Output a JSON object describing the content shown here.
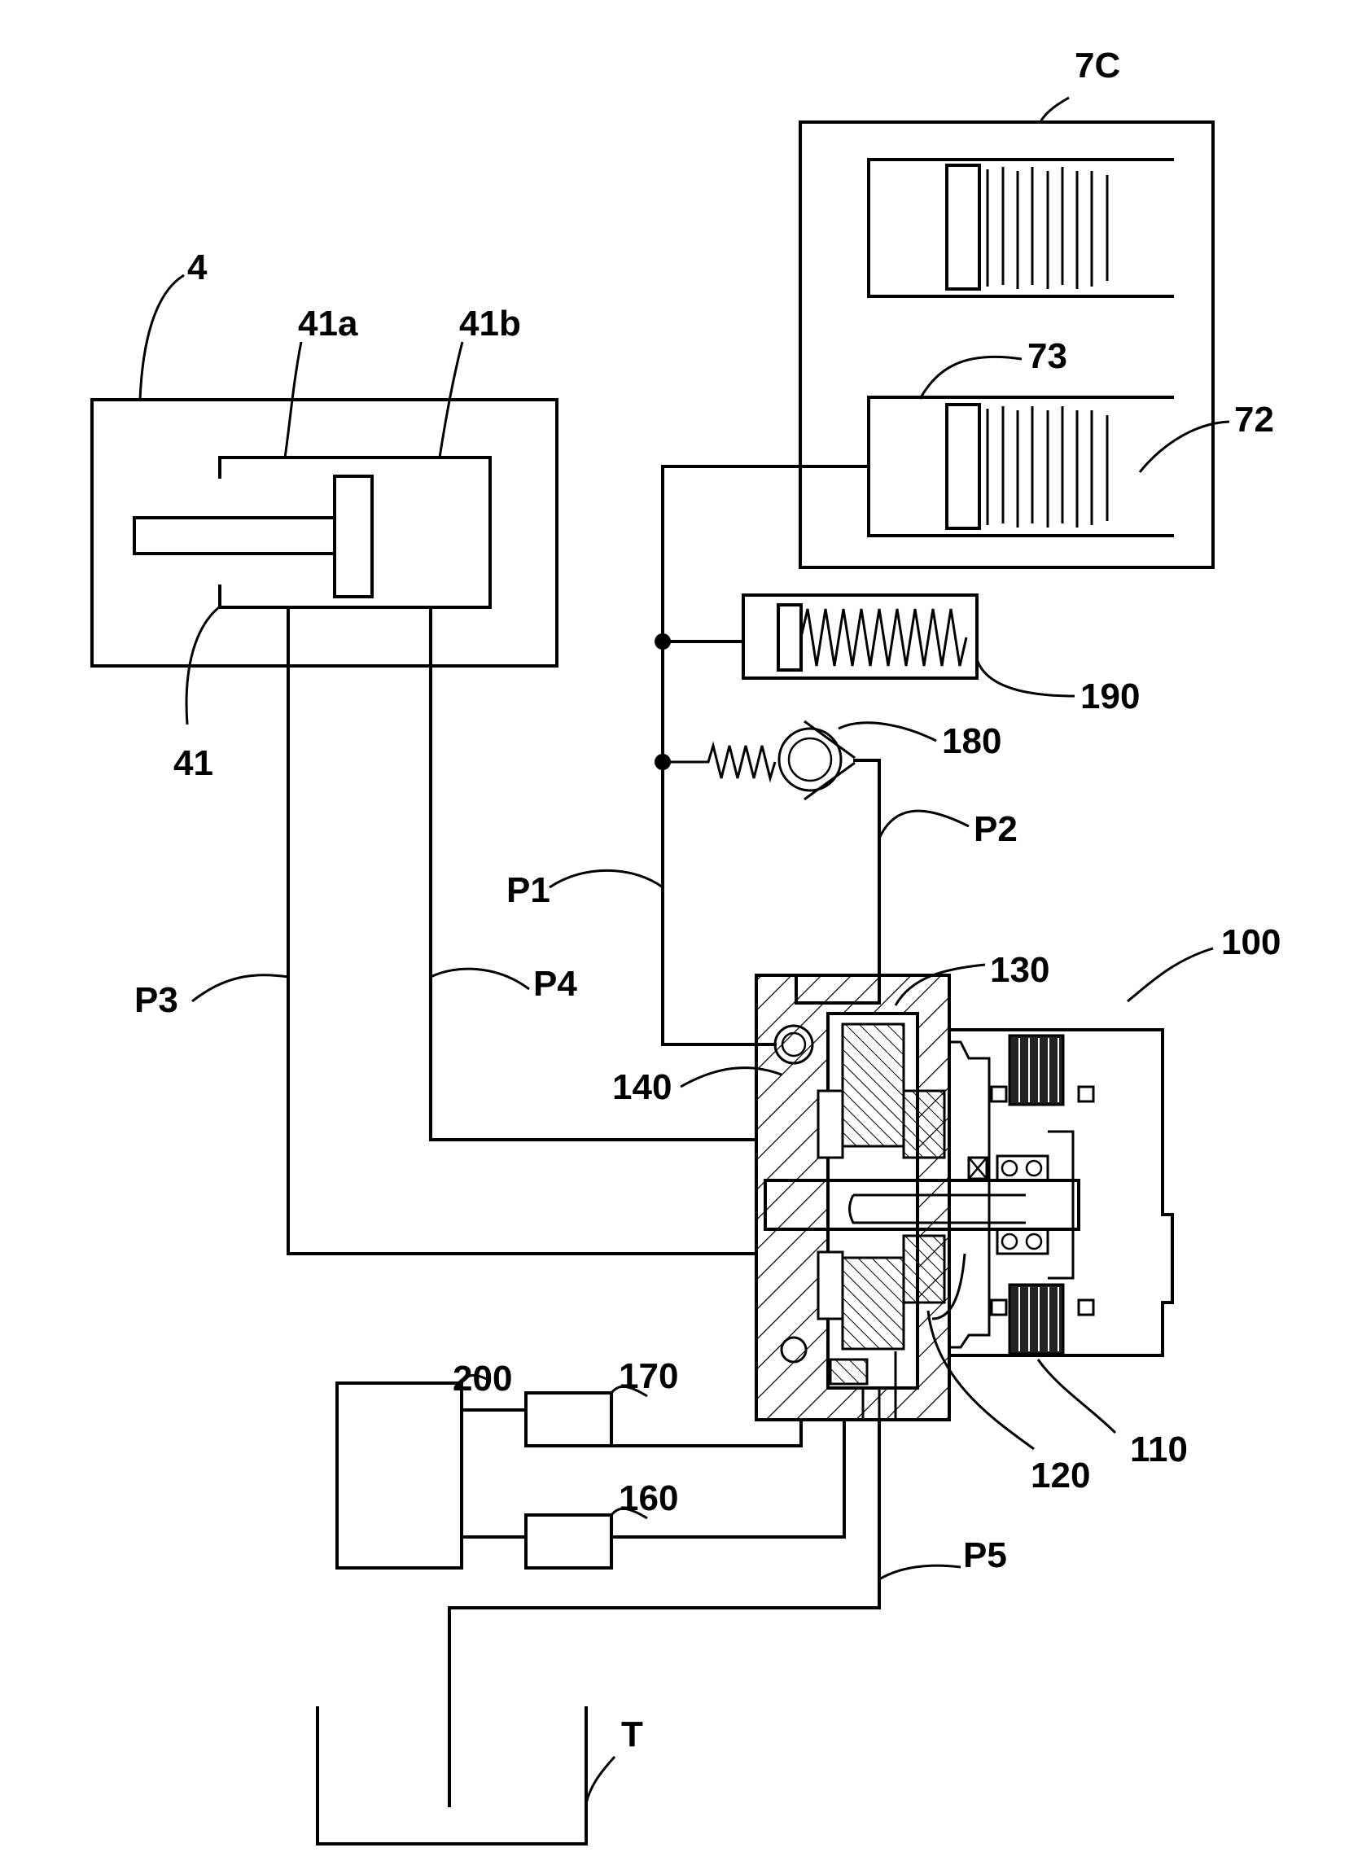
{
  "labels": {
    "unit_4": "4",
    "chamber_41a": "41a",
    "chamber_41b": "41b",
    "cylinder_41": "41",
    "unit_7c": "7C",
    "piston_73": "73",
    "clutch_72": "72",
    "accumulator_190": "190",
    "check_valve_180": "180",
    "path_p1": "P1",
    "path_p2": "P2",
    "path_p3": "P3",
    "path_p4": "P4",
    "path_p5": "P5",
    "pump_100": "100",
    "part_130": "130",
    "part_140": "140",
    "part_120": "120",
    "motor_110": "110",
    "controller_200": "200",
    "sensor_170": "170",
    "sensor_160": "160",
    "tank_t": "T"
  }
}
